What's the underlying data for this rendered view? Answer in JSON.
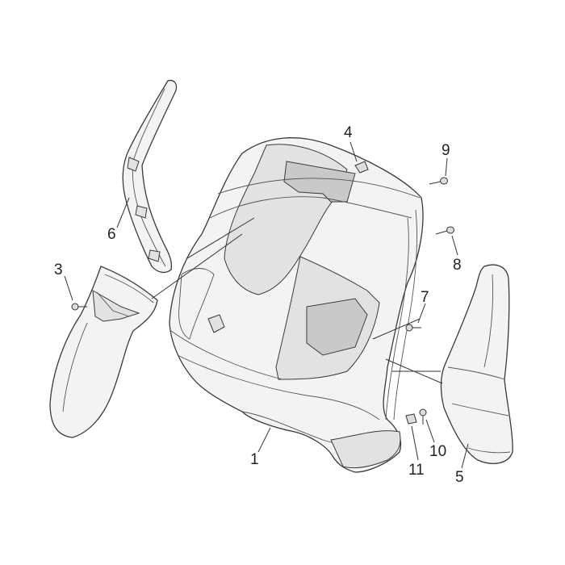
{
  "callouts": [
    {
      "id": "1",
      "label": "1"
    },
    {
      "id": "3",
      "label": "3"
    },
    {
      "id": "4",
      "label": "4"
    },
    {
      "id": "5",
      "label": "5"
    },
    {
      "id": "6",
      "label": "6"
    },
    {
      "id": "7",
      "label": "7"
    },
    {
      "id": "8",
      "label": "8"
    },
    {
      "id": "9",
      "label": "9"
    },
    {
      "id": "10",
      "label": "10"
    },
    {
      "id": "11",
      "label": "11"
    }
  ]
}
